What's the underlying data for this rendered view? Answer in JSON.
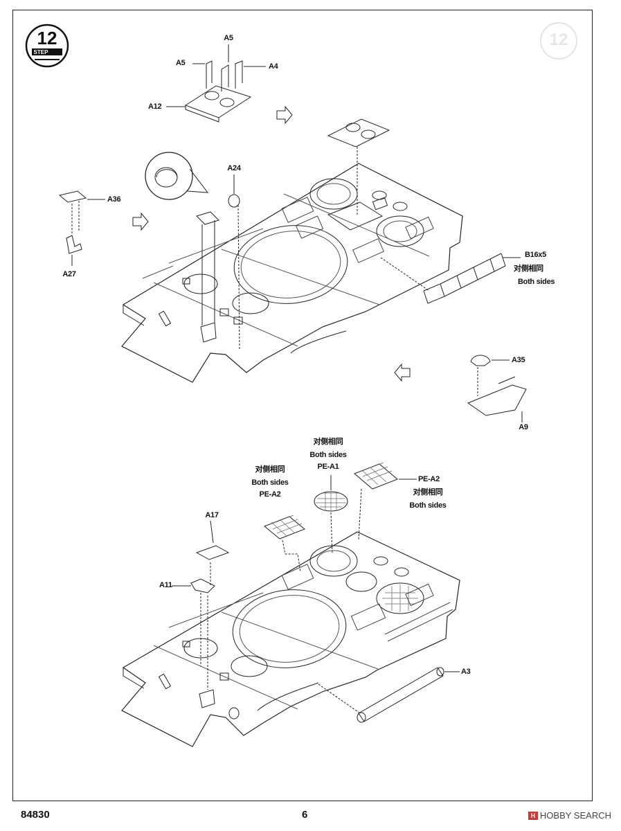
{
  "page": {
    "product_code": "84830",
    "page_number": "6"
  },
  "step": {
    "number": "12",
    "word": "STEP"
  },
  "ghost_step": {
    "number": "12"
  },
  "upper_assembly": {
    "labels": {
      "a5_top": "A5",
      "a5_left": "A5",
      "a4": "A4",
      "a12": "A12",
      "a24": "A24",
      "a36": "A36",
      "a27": "A27",
      "b16": "B16x5",
      "b16_cn": "对侧相同",
      "b16_en": "Both sides",
      "a35": "A35",
      "a9": "A9"
    }
  },
  "lower_assembly": {
    "labels": {
      "pe_a1_cn": "对侧相同",
      "pe_a1_en": "Both sides",
      "pe_a1": "PE-A1",
      "pe_a2l_cn": "对侧相同",
      "pe_a2l_en": "Both sides",
      "pe_a2l": "PE-A2",
      "pe_a2r": "PE-A2",
      "pe_a2r_cn": "对侧相同",
      "pe_a2r_en": "Both sides",
      "a17": "A17",
      "a11": "A11",
      "a3": "A3"
    }
  },
  "watermark": {
    "text": "HOBBY SEARCH",
    "badge": "H"
  }
}
